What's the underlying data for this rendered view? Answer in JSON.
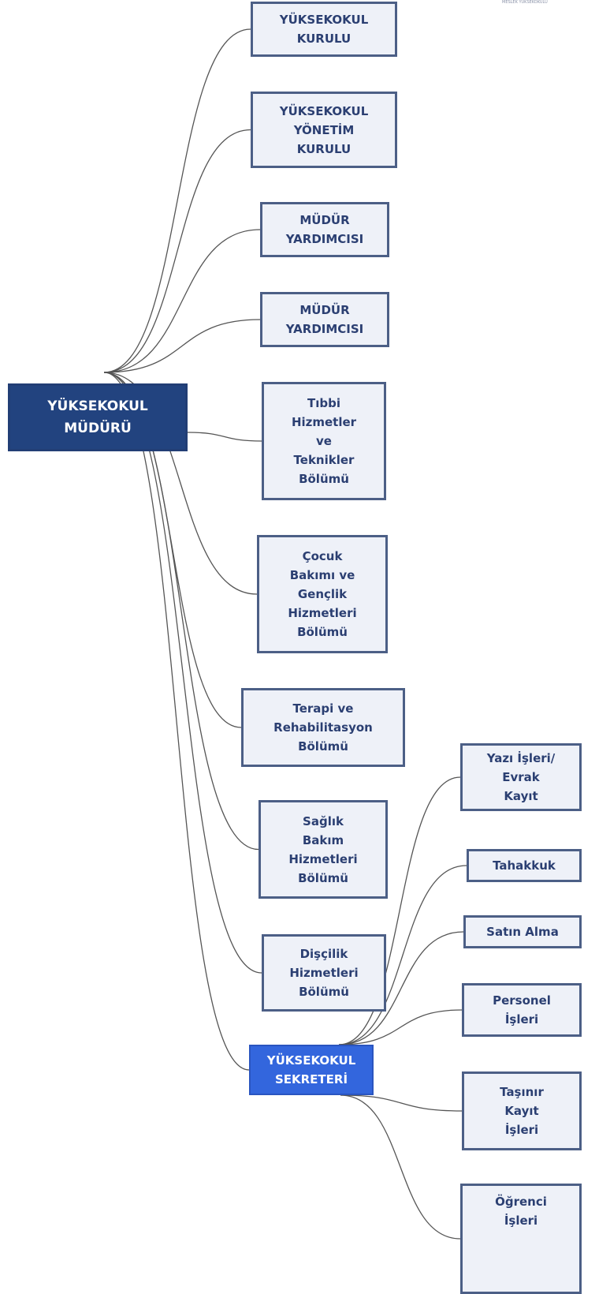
{
  "header": {
    "logo_text": "MESLEK YÜKSEKOKULU"
  },
  "root": {
    "lines": [
      "YÜKSEKOKUL",
      "MÜDÜRÜ"
    ]
  },
  "nodes": [
    {
      "name": "yuksekokul-kurulu",
      "lines": [
        "YÜKSEKOKUL",
        "KURULU"
      ]
    },
    {
      "name": "yuksekokul-yonetim-kurulu",
      "lines": [
        "YÜKSEKOKUL",
        "YÖNETİM",
        "KURULU"
      ]
    },
    {
      "name": "mudur-yardimcisi-1",
      "lines": [
        "MÜDÜR",
        "YARDIMCISI"
      ]
    },
    {
      "name": "mudur-yardimcisi-2",
      "lines": [
        "MÜDÜR",
        "YARDIMCISI"
      ]
    },
    {
      "name": "tibbi-hizmetler-bolumu",
      "lines": [
        "Tıbbi",
        "Hizmetler",
        "ve",
        "Teknikler",
        "Bölümü"
      ]
    },
    {
      "name": "cocuk-bakimi-bolumu",
      "lines": [
        "Çocuk",
        "Bakımı ve",
        "Gençlik",
        "Hizmetleri",
        "Bölümü"
      ]
    },
    {
      "name": "terapi-rehabilitasyon-bolumu",
      "lines": [
        "Terapi ve",
        "Rehabilitasyon",
        "Bölümü"
      ]
    },
    {
      "name": "saglik-bakim-bolumu",
      "lines": [
        "Sağlık",
        "Bakım",
        "Hizmetleri",
        "Bölümü"
      ]
    },
    {
      "name": "discilik-hizmetleri-bolumu",
      "lines": [
        "Dişçilik",
        "Hizmetleri",
        "Bölümü"
      ]
    }
  ],
  "secretary": {
    "lines": [
      "YÜKSEKOKUL",
      "SEKRETERİ"
    ]
  },
  "sub_units": [
    {
      "name": "yazi-isleri",
      "lines": [
        "Yazı İşleri/",
        "Evrak",
        "Kayıt"
      ]
    },
    {
      "name": "tahakkuk",
      "lines": [
        "Tahakkuk"
      ]
    },
    {
      "name": "satin-alma",
      "lines": [
        "Satın Alma"
      ]
    },
    {
      "name": "personel-isleri",
      "lines": [
        "Personel",
        "İşleri"
      ]
    },
    {
      "name": "tasinir-kayit-isleri",
      "lines": [
        "Taşınır",
        "Kayıt",
        "İşleri"
      ]
    },
    {
      "name": "ogrenci-isleri",
      "lines": [
        "Öğrenci",
        "İşleri"
      ]
    }
  ],
  "colors": {
    "root_fill": "#22437f",
    "secretary_fill": "#3366dd",
    "box_fill": "#eef1f8",
    "box_border": "#4c5f86",
    "text": "#2b3f72",
    "connector": "#555555"
  }
}
